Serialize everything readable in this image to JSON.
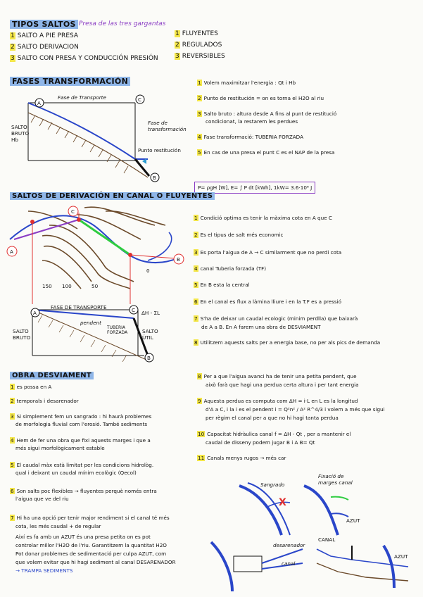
{
  "tipos": {
    "title": "TIPOS SALTOS",
    "subtitle": "Presa de las tres gargantas",
    "left": [
      {
        "n": "1",
        "t": "SALTO A PIE PRESA"
      },
      {
        "n": "2",
        "t": "SALTO DERIVACION"
      },
      {
        "n": "3",
        "t": "SALTO CON PRESA Y CONDUCCIÓN PRESIÓN"
      }
    ],
    "right": [
      {
        "n": "1",
        "t": "FLUYENTES"
      },
      {
        "n": "2",
        "t": "REGULADOS"
      },
      {
        "n": "3",
        "t": "REVERSIBLES"
      }
    ]
  },
  "fases": {
    "title": "FASES TRANSFORMACIÓN",
    "diagram": {
      "fase_transporte": "Fase de Transporte",
      "fase_transformacion": "Fase de transformación",
      "punto_restitucion": "Punto restitución",
      "salto_bruto": "SALTO BRUTO Hb",
      "a": "A",
      "b": "B",
      "c": "C"
    },
    "items": [
      {
        "n": "1",
        "t": "Volem maximitzar l'energia : Qt i Hb"
      },
      {
        "n": "2",
        "t": "Punto de restitución = on es torna el H2O al riu"
      },
      {
        "n": "3",
        "t": "Salto bruto : altura desde A fins al punt de restitució"
      },
      {
        "n": "",
        "t": "condicionat, la restarem les perdues"
      },
      {
        "n": "4",
        "t": "Fase transformació: TUBERIA FORZADA"
      },
      {
        "n": "5",
        "t": "En cas de una presa el punt C es el NAP de la presa"
      }
    ]
  },
  "formula": "P= ρgH [W], E= ∫ P dt [kWh], 1kW= 3.6·10⁶ J",
  "derivacion": {
    "title": "SALTOS DE DERIVACIÓN EN CANAL O FLUYENTES",
    "diagram": {
      "a": "A",
      "b": "B",
      "c": "C",
      "contours": [
        "150",
        "100",
        "50",
        "0"
      ],
      "fase_transporte": "FASE DE TRANSPORTE",
      "pendent": "pendent",
      "tuberia": "TUBERIA FORZADA",
      "salto_bruto": "SALTO BRUTO",
      "salto_util": "SALTO ÚTIL",
      "delta": "ΔH - ΣL"
    },
    "items": [
      {
        "n": "1",
        "t": "Condició optima es tenir la màxima cota en A que C"
      },
      {
        "n": "2",
        "t": "Es el tipus de salt més economic"
      },
      {
        "n": "3",
        "t": "Es porta l'aigua de A → C similarment que no perdi cota"
      },
      {
        "n": "4",
        "t": "canal   Tuberia forzada (TF)"
      },
      {
        "n": "5",
        "t": "En B esta la central"
      },
      {
        "n": "6",
        "t": "En el canal es flux a làmina lliure i en la T.F es a pressió"
      },
      {
        "n": "7",
        "t": "S'ha de deixar un caudal ecologic (minim perdlla) que baixarà"
      },
      {
        "n": "",
        "t": "de A a B. En A farem una obra de DESVIAMENT"
      },
      {
        "n": "8",
        "t": "Utilitzem aquests salts per a energia base, no per als pics de demanda"
      }
    ]
  },
  "obra": {
    "title": "OBRA DESVIAMENT",
    "items": [
      {
        "n": "1",
        "t": "es possa en A"
      },
      {
        "n": "2",
        "t": "temporals i desarenador"
      },
      {
        "n": "3",
        "t": "Si simplement fem un sangrado : hi haurà problemes"
      },
      {
        "n": "",
        "t": "de morfologia fluvial com l'erosió. També sediments"
      },
      {
        "n": "4",
        "t": "Hem de fer una obra que fixi aquests marges i que a"
      },
      {
        "n": "",
        "t": "més sigui morfològicament estable"
      },
      {
        "n": "5",
        "t": "El caudal màx està limitat per les condicions hidrològ."
      },
      {
        "n": "",
        "t": "qual i deixant un caudal mínim ecològic (Qecol)"
      },
      {
        "n": "6",
        "t": "Son salts poc flexibles → fluyentes perquè només entra"
      },
      {
        "n": "",
        "t": "l'aigua que ve del riu"
      },
      {
        "n": "7",
        "t": "Hi ha una opció per tenir major rendiment si el canal té més"
      },
      {
        "n": "",
        "t": "cota, les més caudal              + de regular"
      },
      {
        "n": "",
        "t": "Així es fa amb un AZUT és una presa petita on es pot"
      },
      {
        "n": "",
        "t": "controlar millor l'H2O de l'riu. Garantitzem la quantitat H2O"
      },
      {
        "n": "",
        "t": "Pot donar problemes de sedimentació per culpa AZUT, com"
      },
      {
        "n": "",
        "t": "que volem evitar que hi hagi sediment al canal DESARENADOR"
      },
      {
        "n": "",
        "t": "→ TRAMPA SEDIMENTS"
      }
    ],
    "right_items": [
      {
        "n": "8",
        "t": "Per a que l'aigua avanci ha de tenir una petita pendent, que"
      },
      {
        "n": "",
        "t": "això farà que hagi una perdua certa altura i per tant energia"
      },
      {
        "n": "9",
        "t": "Aquesta perdua es computa com ΔH = i·L  en L es la longitud"
      },
      {
        "n": "",
        "t": "d'A a C, i la i es el pendent  i = Q²n² / A² R^4/3  i volem a més que sigui"
      },
      {
        "n": "",
        "t": "per règim el canal per a que no hi hagi tanta perdua"
      },
      {
        "n": "10",
        "t": "Capacitat hidràulica canal  f = ΔH - Qt , per a mantenir el"
      },
      {
        "n": "",
        "t": "caudal de disseny podem jugar B i A  B= Qt"
      },
      {
        "n": "11",
        "t": "Canals menys rugos → més car"
      }
    ],
    "sketches": {
      "sangrado": "Sangrado",
      "x": "X",
      "fixacio": "Fixació de marges canal",
      "azut1": "AZUT",
      "desarenador": "desarenador",
      "canal1": "canal",
      "canal2": "CANAL",
      "azut2": "AZUT"
    }
  }
}
